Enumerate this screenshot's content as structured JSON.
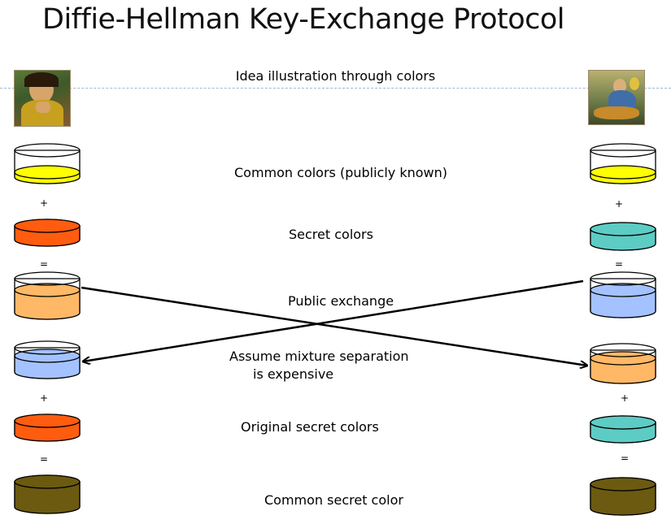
{
  "title": "Diffie-Hellman Key-Exchange Protocol",
  "subtitle": "Idea illustration through colors",
  "labels": {
    "common": "Common colors (publicly known)",
    "secret": "Secret colors",
    "exchange": "Public exchange",
    "assume_line1": "Assume mixture separation",
    "assume_line2": "is expensive",
    "original": "Original secret colors",
    "common_secret": "Common secret color"
  },
  "ops": {
    "plus": "+",
    "equals": "="
  },
  "colors": {
    "common": "#ffff00",
    "secret_left": "#ff5c0f",
    "secret_right": "#5dccc4",
    "mix_left": "#ffb866",
    "mix_right": "#a3c2ff",
    "final": "#6b5a10",
    "outline": "#000000"
  },
  "portraits": {
    "left": "person-portrait",
    "right": "person-portrait"
  }
}
